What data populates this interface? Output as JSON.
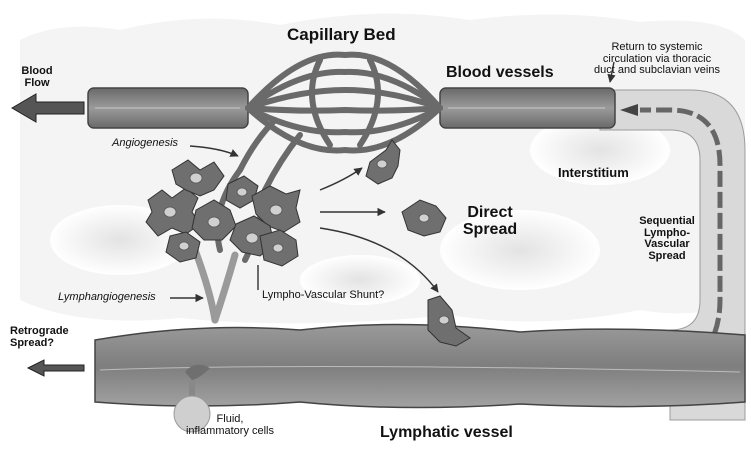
{
  "labels": {
    "capillary_bed": "Capillary Bed",
    "blood_flow_1": "Blood",
    "blood_flow_2": "Flow",
    "blood_vessels": "Blood vessels",
    "return_1": "Return to systemic",
    "return_2": "circulation via thoracic",
    "return_3": "duct and subclavian veins",
    "interstitium": "Interstitium",
    "angiogenesis": "Angiogenesis",
    "direct_1": "Direct",
    "direct_2": "Spread",
    "sequential_1": "Sequential",
    "sequential_2": "Lympho-",
    "sequential_3": "Vascular",
    "sequential_4": "Spread",
    "lymphangiogenesis": "Lymphangiogenesis",
    "shunt": "Lympho-Vascular Shunt?",
    "retrograde_1": "Retrograde",
    "retrograde_2": "Spread?",
    "fluid_1": "Fluid,",
    "fluid_2": "inflammatory cells",
    "lymphatic_vessel": "Lymphatic vessel"
  },
  "colors": {
    "background": "#ffffff",
    "interstitium_blob": "#ececec",
    "vessel": "#8a8a8a",
    "vessel_dark": "#5c5c5c",
    "cell": "#6f6f6f",
    "nucleus": "#d0d0d0",
    "return_band": "#d6d6d6",
    "arrow": "#333333"
  }
}
